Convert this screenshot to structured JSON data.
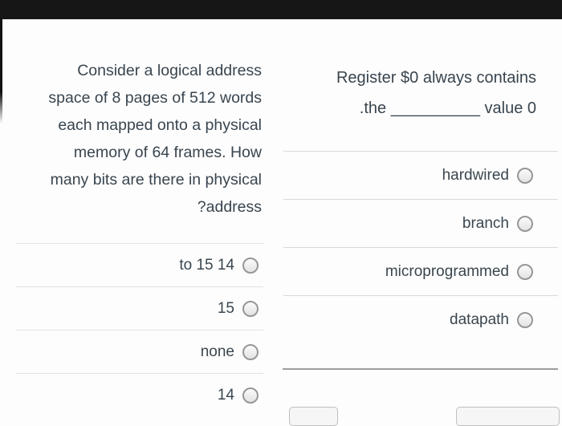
{
  "colors": {
    "top_bar": "#161616",
    "text": "#39454f",
    "divider_light": "#e2e2e2",
    "divider_dark": "#9d9d9d"
  },
  "left_question": {
    "lines": [
      "Consider a logical address",
      "space of 8 pages of 512 words",
      "each mapped onto a physical",
      "memory of 64 frames. How",
      "many bits are there in physical",
      "?address"
    ],
    "options": [
      "to 15 14",
      "15",
      "none",
      "14"
    ]
  },
  "right_question": {
    "lines": [
      "Register $0 always contains",
      ".the __________ value 0"
    ],
    "options": [
      "hardwired",
      "branch",
      "microprogrammed",
      "datapath"
    ]
  },
  "icons": {
    "radio": "empty-circle"
  }
}
